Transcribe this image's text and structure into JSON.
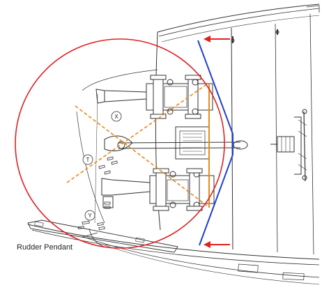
{
  "diagram": {
    "labels": {
      "rudder_pendant": "Rudder Pendant",
      "marker_x": "X",
      "marker_t": "T",
      "marker_y": "Y"
    },
    "colors": {
      "line_art": "#333333",
      "highlight_circle": "#e02020",
      "arrows": "#e02020",
      "guide_line": "#1f3fd0",
      "orange_lines": "#e88a1a",
      "background": "#ffffff"
    }
  }
}
